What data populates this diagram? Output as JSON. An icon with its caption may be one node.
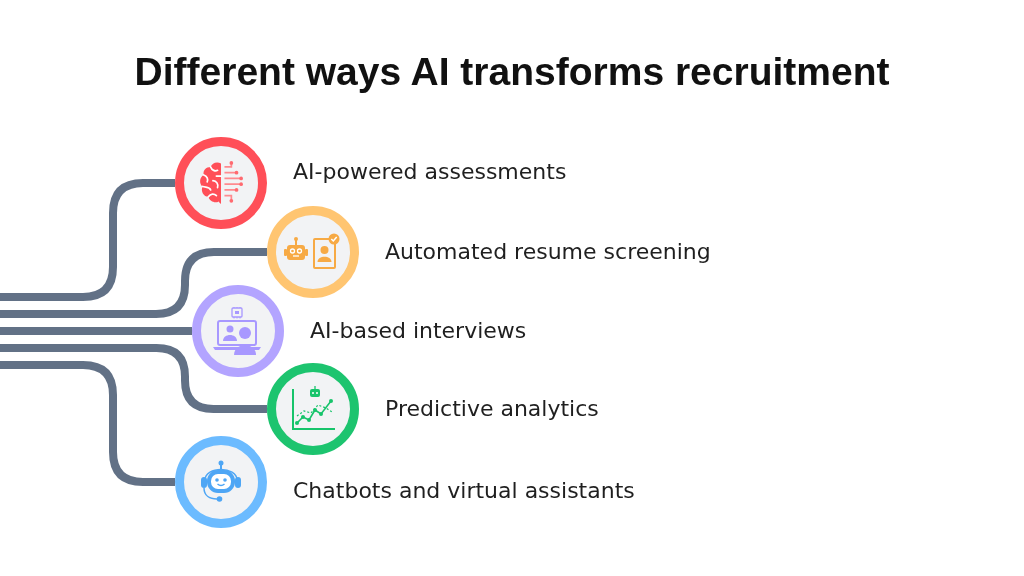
{
  "diagram": {
    "title": "Different ways AI transforms recruitment",
    "nodes": [
      {
        "text": [],
        "shape": "circle",
        "beside": [
          "AI-powered assessments"
        ]
      },
      {
        "text": [],
        "shape": "circle",
        "beside": [
          "Automated resume screening"
        ]
      },
      {
        "text": [],
        "shape": "circle",
        "beside": [
          "AI-based interviews"
        ]
      },
      {
        "text": [],
        "shape": "circle",
        "beside": [
          "Predictive analytics"
        ]
      },
      {
        "text": [],
        "shape": "circle",
        "beside": [
          "Chatbots and virtual assistants"
        ]
      }
    ],
    "edges": [
      {
        "from": null,
        "to": 0,
        "arrow": "none"
      },
      {
        "from": null,
        "to": 1,
        "arrow": "none"
      },
      {
        "from": null,
        "to": 2,
        "arrow": "none"
      },
      {
        "from": null,
        "to": 3,
        "arrow": "none"
      },
      {
        "from": null,
        "to": 4,
        "arrow": "none"
      }
    ]
  }
}
